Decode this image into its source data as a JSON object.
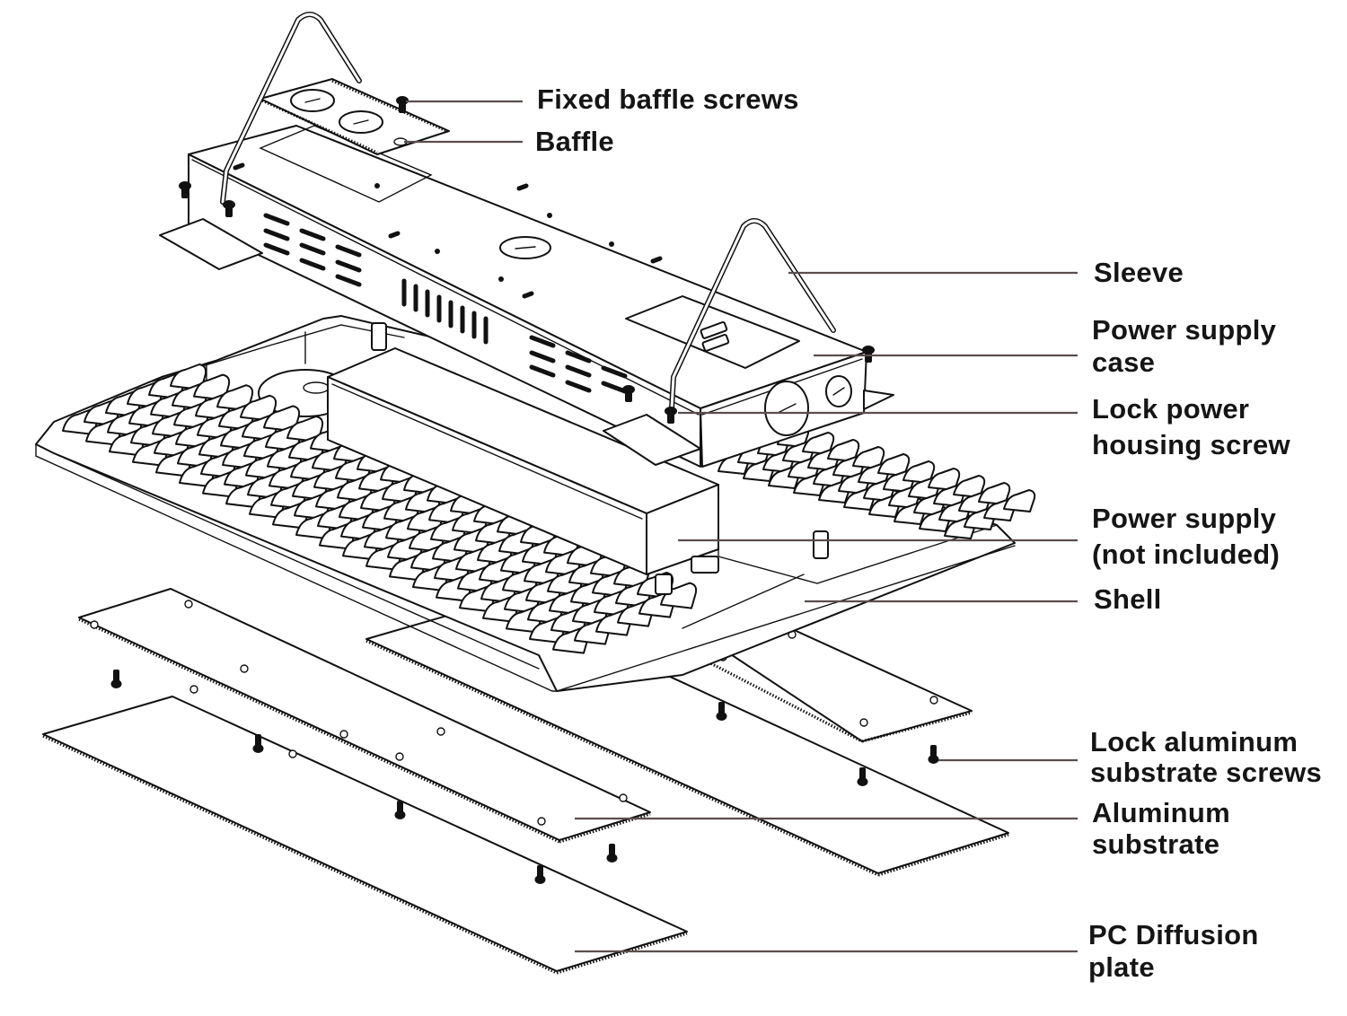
{
  "diagram": {
    "type": "exploded-assembly",
    "subject": "LED linear high bay light fixture",
    "colors": {
      "line_art": "#111111",
      "leader_line": "#5a4e4c",
      "label_text": "#151515",
      "background": "#ffffff"
    },
    "labels": [
      {
        "id": "fixed-baffle-screws",
        "lines": [
          "Fixed baffle screws"
        ]
      },
      {
        "id": "baffle",
        "lines": [
          "Baffle"
        ]
      },
      {
        "id": "sleeve",
        "lines": [
          "Sleeve"
        ]
      },
      {
        "id": "power-supply-case",
        "lines": [
          "Power supply",
          "case"
        ]
      },
      {
        "id": "lock-power-housing-screw",
        "lines": [
          "Lock power",
          "housing screw"
        ]
      },
      {
        "id": "power-supply",
        "lines": [
          "Power supply",
          "(not included)"
        ]
      },
      {
        "id": "shell",
        "lines": [
          "Shell"
        ]
      },
      {
        "id": "lock-aluminum-substrate-screws",
        "lines": [
          "Lock aluminum",
          "substrate screws"
        ]
      },
      {
        "id": "aluminum-substrate",
        "lines": [
          "Aluminum",
          "substrate"
        ]
      },
      {
        "id": "pc-diffusion-plate",
        "lines": [
          "PC Diffusion",
          "plate"
        ]
      }
    ]
  }
}
